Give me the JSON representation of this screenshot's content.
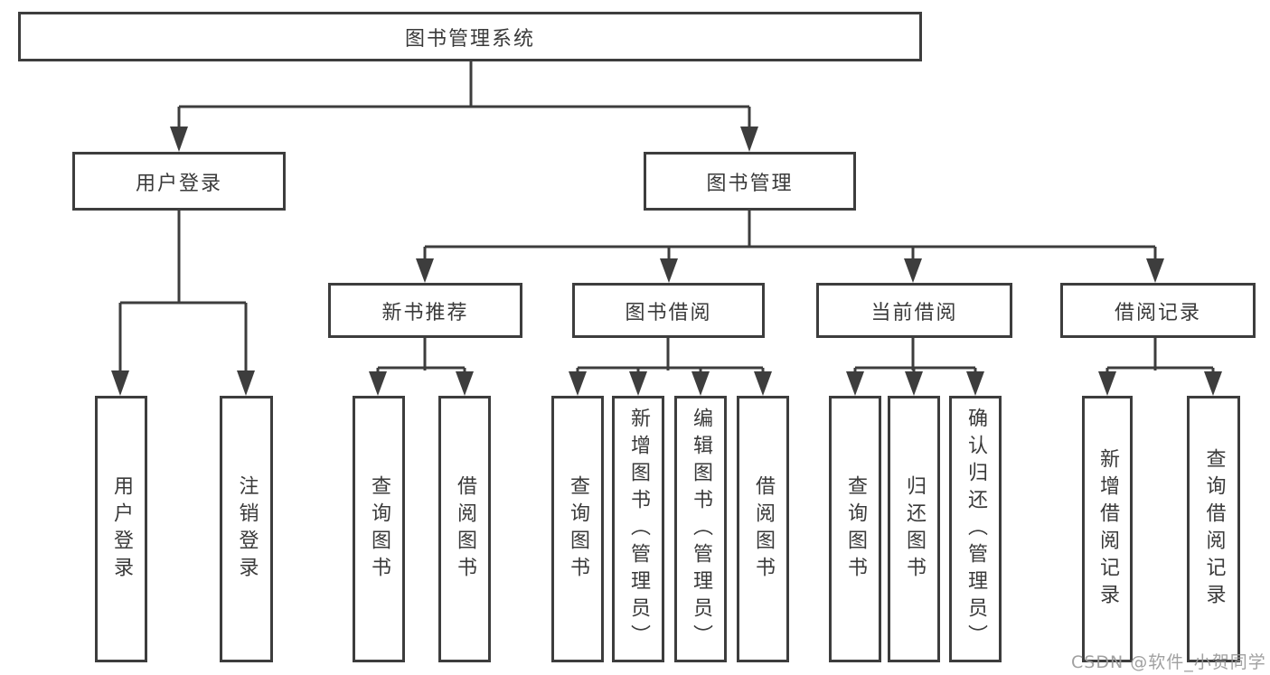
{
  "page": {
    "background": "#ffffff"
  },
  "colors": {
    "line": "#3d3d3d",
    "text": "#3a3a3a",
    "watermark": "#989898"
  },
  "watermark": {
    "text": "CSDN @软件_小贺同学"
  },
  "diagram": {
    "type": "tree",
    "title": "图书管理系统",
    "nodes": {
      "root": "图书管理系统",
      "user_login": "用户登录",
      "book_mgmt": "图书管理",
      "new_book_rec": "新书推荐",
      "book_borrow": "图书借阅",
      "current_borrow": "当前借阅",
      "borrow_record": "借阅记录",
      "leaf_user_login": "用户登录",
      "leaf_logout": "注销登录",
      "leaf_nbr_query": "查询图书",
      "leaf_nbr_borrow": "借阅图书",
      "leaf_bb_query": "查询图书",
      "leaf_bb_add": "新增图书（管理员）",
      "leaf_bb_edit": "编辑图书（管理员）",
      "leaf_bb_borrow": "借阅图书",
      "leaf_cb_query": "查询图书",
      "leaf_cb_return": "归还图书",
      "leaf_cb_confirm": "确认归还（管理员）",
      "leaf_br_add": "新增借阅记录",
      "leaf_br_query": "查询借阅记录"
    },
    "hierarchy": {
      "图书管理系统": {
        "用户登录": [
          "用户登录",
          "注销登录"
        ],
        "图书管理": {
          "新书推荐": [
            "查询图书",
            "借阅图书"
          ],
          "图书借阅": [
            "查询图书",
            "新增图书（管理员）",
            "编辑图书（管理员）",
            "借阅图书"
          ],
          "当前借阅": [
            "查询图书",
            "归还图书",
            "确认归还（管理员）"
          ],
          "借阅记录": [
            "新增借阅记录",
            "查询借阅记录"
          ]
        }
      }
    }
  }
}
